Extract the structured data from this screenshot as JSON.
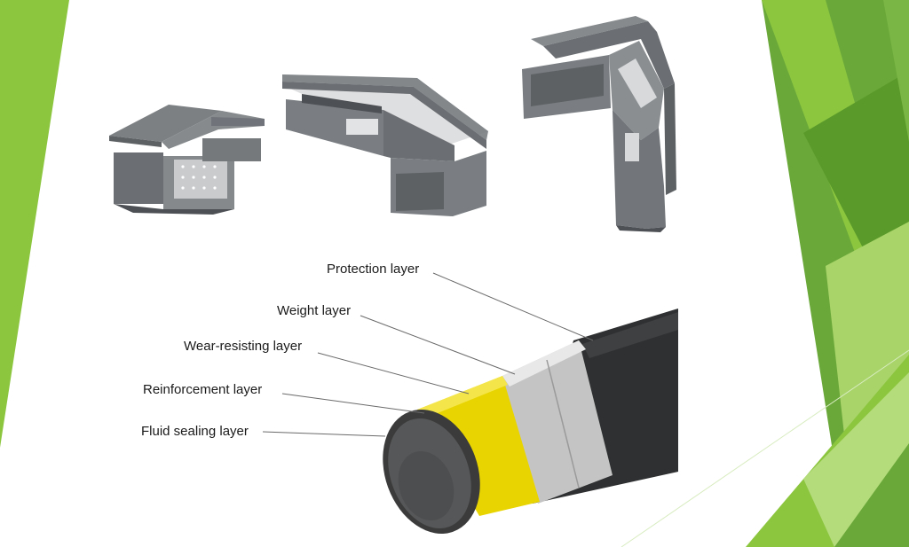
{
  "diagram": {
    "layer_labels": [
      "Protection layer",
      "Weight layer",
      "Wear-resisting layer",
      "Reinforcement layer",
      "Fluid sealing layer"
    ]
  },
  "colors": {
    "accent_green": "#8cc63f",
    "dark_green": "#5a9a2a",
    "light_green": "#c8e6a0",
    "tray_gray": "#7a7d80",
    "pipe_outer": "#3a3a3a",
    "pipe_silver": "#c4c4c4",
    "pipe_yellow": "#e8d400"
  }
}
